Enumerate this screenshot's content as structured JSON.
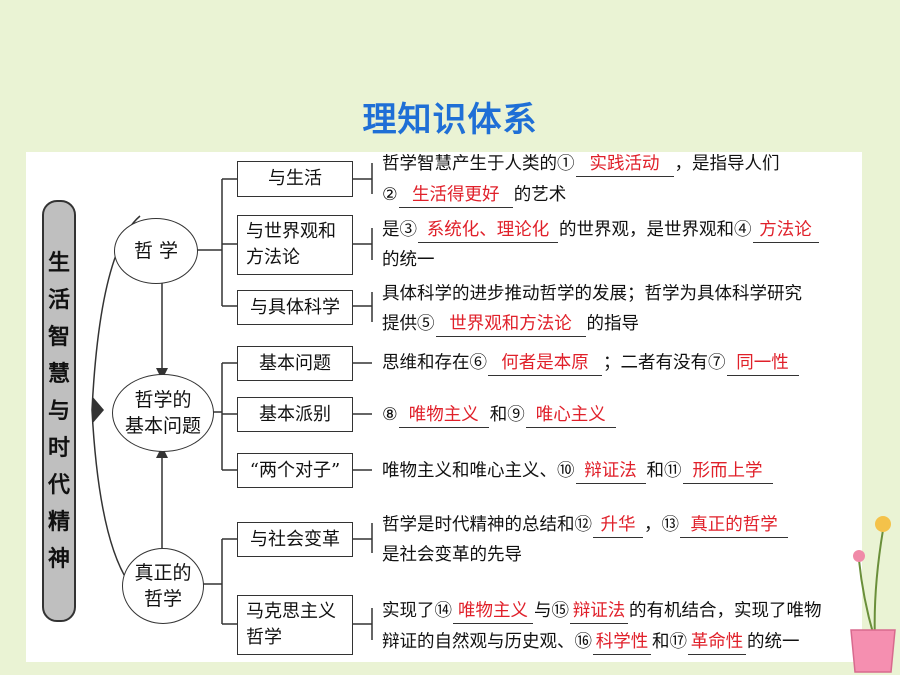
{
  "title": "理知识体系",
  "main_topic": [
    "生",
    "活",
    "智",
    "慧",
    "与",
    "时",
    "代",
    "精",
    "神"
  ],
  "nodes": {
    "philosophy": "哲 学",
    "basic_question": [
      "哲学的",
      "基本问题"
    ],
    "true_philosophy": [
      "真正的",
      "哲学"
    ]
  },
  "boxes": {
    "life": "与生活",
    "worldview": [
      "与世界观和",
      "方法论"
    ],
    "science": "与具体科学",
    "basic_issue": "基本问题",
    "basic_schools": "基本派别",
    "two_opposites": "“两个对子”",
    "social_change": "与社会变革",
    "marxism": [
      "马克思主义",
      "哲学"
    ]
  },
  "rows": {
    "r1": {
      "t1": "哲学智慧产生于人类的①",
      "a1": "实践活动",
      "t2": "，是指导人们",
      "t3": "②",
      "a2": "生活得更好",
      "t4": "的艺术"
    },
    "r2": {
      "t1": "是③",
      "a1": "系统化、理论化",
      "t2": "的世界观，是世界观和④",
      "a2": "方法论",
      "t3": "的统一"
    },
    "r3": {
      "t1": "具体科学的进步推动哲学的发展；哲学为具体科学研究",
      "t2": "提供⑤",
      "a1": "世界观和方法论",
      "t3": "的指导"
    },
    "r4": {
      "t1": "思维和存在⑥",
      "a1": "何者是本原",
      "t2": "；二者有没有⑦",
      "a2": "同一性"
    },
    "r5": {
      "t1": "⑧",
      "a1": "唯物主义",
      "t2": "和⑨",
      "a2": "唯心主义"
    },
    "r6": {
      "t1": "唯物主义和唯心主义、⑩",
      "a1": "辩证法",
      "t2": "和⑪",
      "a2": "形而上学"
    },
    "r7": {
      "t1": "哲学是时代精神的总结和⑫",
      "a1": "升华",
      "t2": "，⑬",
      "a2": "真正的哲学",
      "t3": "是社会变革的先导"
    },
    "r8": {
      "t1": "实现了⑭",
      "a1": "唯物主义",
      "t2": "与⑮",
      "a2": "辩证法",
      "t3": "的有机结合，实现了唯物",
      "t4": "辩证的自然观与历史观、⑯",
      "a3": "科学性",
      "t5": "和⑰",
      "a4": "革命性",
      "t6": "的统一"
    }
  },
  "colors": {
    "title": "#1f6fd6",
    "answer": "#e0202a",
    "background": "#eaf3d4"
  }
}
